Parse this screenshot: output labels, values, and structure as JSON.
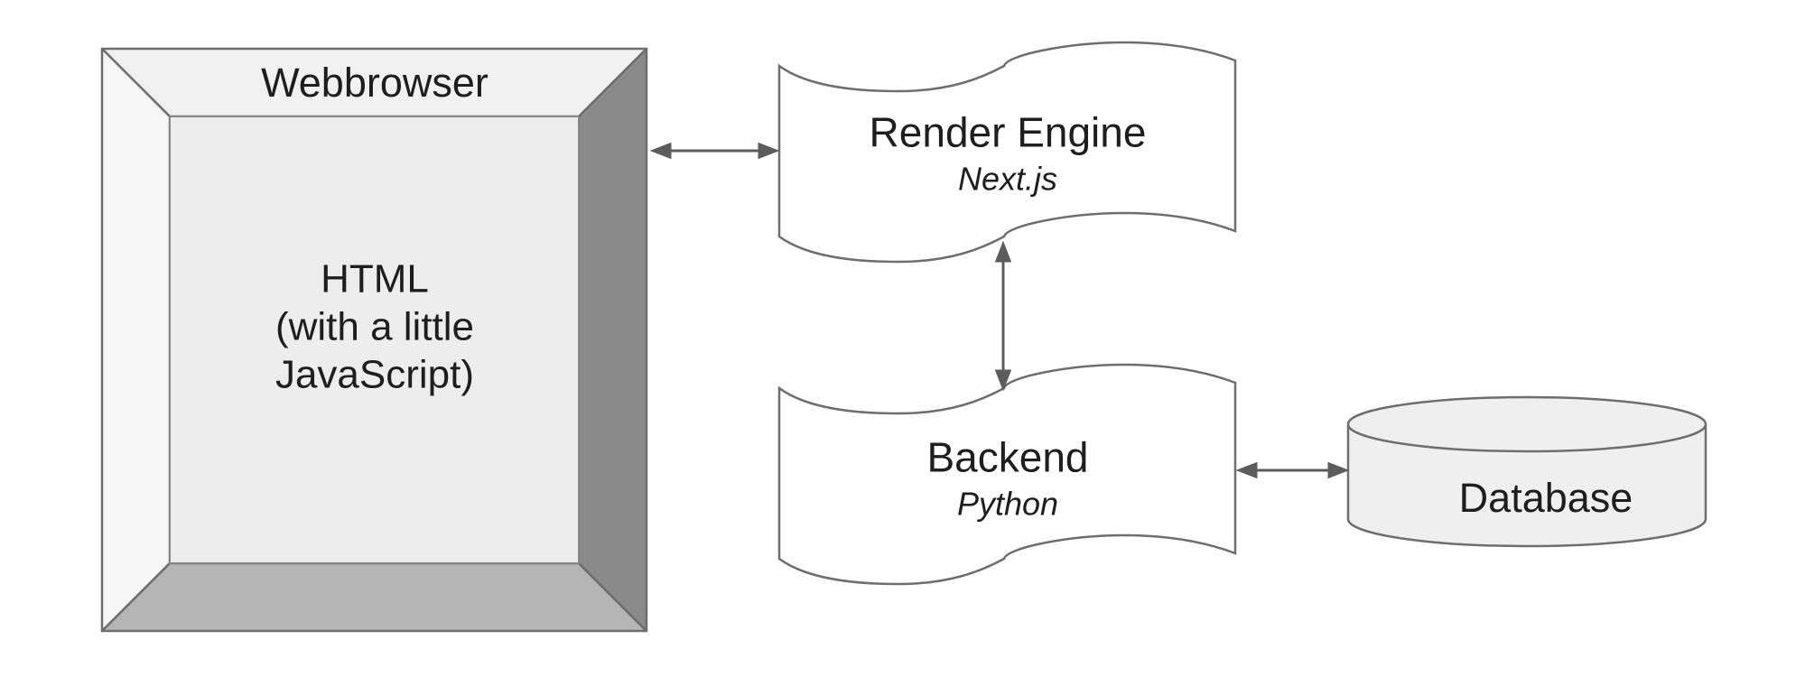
{
  "diagram": {
    "nodes": {
      "webbrowser": {
        "title": "Webbrowser",
        "content": "HTML\n(with a little\nJavaScript)"
      },
      "render_engine": {
        "title": "Render Engine",
        "subtitle": "Next.js"
      },
      "backend": {
        "title": "Backend",
        "subtitle": "Python"
      },
      "database": {
        "title": "Database"
      }
    },
    "connections": [
      {
        "from": "webbrowser",
        "to": "render_engine",
        "style": "double-arrow"
      },
      {
        "from": "render_engine",
        "to": "backend",
        "style": "double-arrow"
      },
      {
        "from": "backend",
        "to": "database",
        "style": "double-arrow"
      }
    ],
    "colors": {
      "background": "#ffffff",
      "text": "#1e1e1e",
      "shape_fill": "#ffffff",
      "shape_stroke": "#6e6e6e",
      "frame_top": "#f1f1f2",
      "frame_left": "#f6f6f6",
      "frame_right": "#8a8a8a",
      "frame_bottom": "#b5b5b5",
      "frame_screen": "#ededed",
      "frame_screen_stroke": "#878787",
      "cylinder_fill": "#efefef",
      "arrow": "#5c5c5c"
    }
  }
}
